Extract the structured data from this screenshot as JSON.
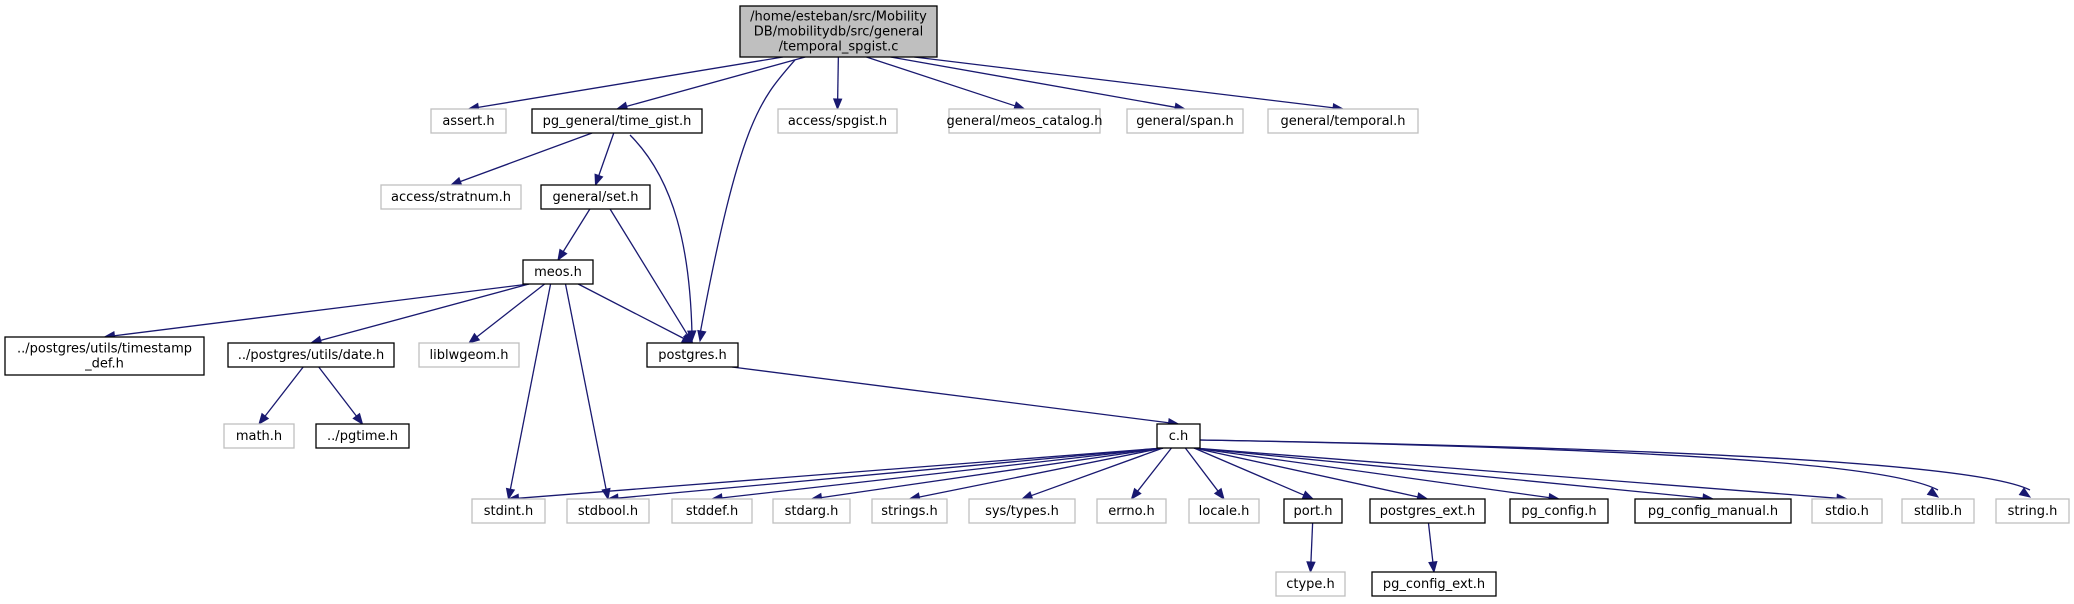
{
  "graph": {
    "nodes": [
      {
        "id": "main",
        "lines": [
          "/home/esteban/src/Mobility",
          "DB/mobilitydb/src/general",
          "/temporal_spgist.c"
        ],
        "kind": "main"
      },
      {
        "id": "assert",
        "lines": [
          "assert.h"
        ],
        "kind": "ext"
      },
      {
        "id": "time_gist",
        "lines": [
          "pg_general/time_gist.h"
        ],
        "kind": "doc"
      },
      {
        "id": "access_spgist",
        "lines": [
          "access/spgist.h"
        ],
        "kind": "ext"
      },
      {
        "id": "meos_catalog",
        "lines": [
          "general/meos_catalog.h"
        ],
        "kind": "ext"
      },
      {
        "id": "span",
        "lines": [
          "general/span.h"
        ],
        "kind": "ext"
      },
      {
        "id": "temporal",
        "lines": [
          "general/temporal.h"
        ],
        "kind": "ext"
      },
      {
        "id": "stratnum",
        "lines": [
          "access/stratnum.h"
        ],
        "kind": "ext"
      },
      {
        "id": "set",
        "lines": [
          "general/set.h"
        ],
        "kind": "doc"
      },
      {
        "id": "meos",
        "lines": [
          "meos.h"
        ],
        "kind": "doc"
      },
      {
        "id": "timestamp_def",
        "lines": [
          "../postgres/utils/timestamp",
          "_def.h"
        ],
        "kind": "doc"
      },
      {
        "id": "date",
        "lines": [
          "../postgres/utils/date.h"
        ],
        "kind": "doc"
      },
      {
        "id": "liblwgeom",
        "lines": [
          "liblwgeom.h"
        ],
        "kind": "ext"
      },
      {
        "id": "postgres",
        "lines": [
          "postgres.h"
        ],
        "kind": "doc"
      },
      {
        "id": "math",
        "lines": [
          "math.h"
        ],
        "kind": "ext"
      },
      {
        "id": "pgtime",
        "lines": [
          "../pgtime.h"
        ],
        "kind": "doc"
      },
      {
        "id": "c",
        "lines": [
          "c.h"
        ],
        "kind": "doc"
      },
      {
        "id": "stdint",
        "lines": [
          "stdint.h"
        ],
        "kind": "ext"
      },
      {
        "id": "stdbool",
        "lines": [
          "stdbool.h"
        ],
        "kind": "ext"
      },
      {
        "id": "stddef",
        "lines": [
          "stddef.h"
        ],
        "kind": "ext"
      },
      {
        "id": "stdarg",
        "lines": [
          "stdarg.h"
        ],
        "kind": "ext"
      },
      {
        "id": "strings",
        "lines": [
          "strings.h"
        ],
        "kind": "ext"
      },
      {
        "id": "sys_types",
        "lines": [
          "sys/types.h"
        ],
        "kind": "ext"
      },
      {
        "id": "errno",
        "lines": [
          "errno.h"
        ],
        "kind": "ext"
      },
      {
        "id": "locale",
        "lines": [
          "locale.h"
        ],
        "kind": "ext"
      },
      {
        "id": "port",
        "lines": [
          "port.h"
        ],
        "kind": "doc"
      },
      {
        "id": "postgres_ext",
        "lines": [
          "postgres_ext.h"
        ],
        "kind": "doc"
      },
      {
        "id": "pg_config",
        "lines": [
          "pg_config.h"
        ],
        "kind": "doc"
      },
      {
        "id": "pg_config_manual",
        "lines": [
          "pg_config_manual.h"
        ],
        "kind": "doc"
      },
      {
        "id": "stdio",
        "lines": [
          "stdio.h"
        ],
        "kind": "ext"
      },
      {
        "id": "stdlib",
        "lines": [
          "stdlib.h"
        ],
        "kind": "ext"
      },
      {
        "id": "string",
        "lines": [
          "string.h"
        ],
        "kind": "ext"
      },
      {
        "id": "ctype",
        "lines": [
          "ctype.h"
        ],
        "kind": "ext"
      },
      {
        "id": "pg_config_ext",
        "lines": [
          "pg_config_ext.h"
        ],
        "kind": "doc"
      }
    ],
    "edges": [
      [
        "main",
        "assert"
      ],
      [
        "main",
        "time_gist"
      ],
      [
        "main",
        "postgres"
      ],
      [
        "main",
        "access_spgist"
      ],
      [
        "main",
        "meos_catalog"
      ],
      [
        "main",
        "span"
      ],
      [
        "main",
        "temporal"
      ],
      [
        "time_gist",
        "stratnum"
      ],
      [
        "time_gist",
        "set"
      ],
      [
        "time_gist",
        "postgres"
      ],
      [
        "set",
        "meos"
      ],
      [
        "set",
        "postgres"
      ],
      [
        "meos",
        "timestamp_def"
      ],
      [
        "meos",
        "date"
      ],
      [
        "meos",
        "liblwgeom"
      ],
      [
        "meos",
        "postgres"
      ],
      [
        "meos",
        "stdint"
      ],
      [
        "meos",
        "stdbool"
      ],
      [
        "date",
        "math"
      ],
      [
        "date",
        "pgtime"
      ],
      [
        "postgres",
        "c"
      ],
      [
        "c",
        "stdint"
      ],
      [
        "c",
        "stdbool"
      ],
      [
        "c",
        "stddef"
      ],
      [
        "c",
        "stdarg"
      ],
      [
        "c",
        "strings"
      ],
      [
        "c",
        "sys_types"
      ],
      [
        "c",
        "errno"
      ],
      [
        "c",
        "locale"
      ],
      [
        "c",
        "port"
      ],
      [
        "c",
        "postgres_ext"
      ],
      [
        "c",
        "pg_config"
      ],
      [
        "c",
        "pg_config_manual"
      ],
      [
        "c",
        "stdio"
      ],
      [
        "c",
        "stdlib"
      ],
      [
        "c",
        "string"
      ],
      [
        "port",
        "ctype"
      ],
      [
        "postgres_ext",
        "pg_config_ext"
      ]
    ],
    "colors": {
      "edge": "#191970",
      "main_fill": "#bfbfbf",
      "doc_border": "#000000",
      "ext_border": "#bfbfbf",
      "background": "#ffffff"
    }
  }
}
